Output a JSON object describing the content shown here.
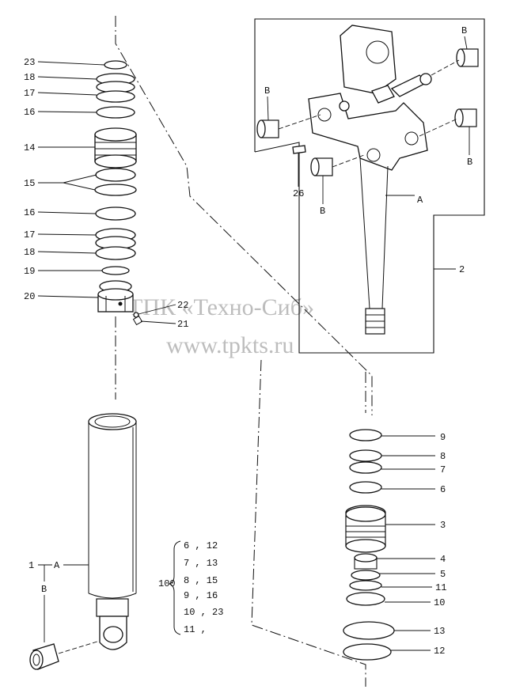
{
  "watermark": {
    "line1": "ТПК «Техно-Сиб»",
    "line2": "www.tpkts.ru"
  },
  "left_callouts": [
    {
      "id": "l23",
      "label": "23"
    },
    {
      "id": "l18a",
      "label": "18"
    },
    {
      "id": "l17a",
      "label": "17"
    },
    {
      "id": "l16a",
      "label": "16"
    },
    {
      "id": "l14",
      "label": "14"
    },
    {
      "id": "l15",
      "label": "15"
    },
    {
      "id": "l16b",
      "label": "16"
    },
    {
      "id": "l17b",
      "label": "17"
    },
    {
      "id": "l18b",
      "label": "18"
    },
    {
      "id": "l19",
      "label": "19"
    },
    {
      "id": "l20",
      "label": "20"
    }
  ],
  "nut_callouts": {
    "a": "22",
    "b": "21"
  },
  "upper_callouts": {
    "b1": "B",
    "b2": "B",
    "b3": "B",
    "b4": "B",
    "n26": "26",
    "a": "A",
    "n2": "2"
  },
  "right_callouts": [
    {
      "id": "r9",
      "label": "9"
    },
    {
      "id": "r8",
      "label": "8"
    },
    {
      "id": "r7",
      "label": "7"
    },
    {
      "id": "r6",
      "label": "6"
    },
    {
      "id": "r3",
      "label": "3"
    },
    {
      "id": "r4",
      "label": "4"
    },
    {
      "id": "r5",
      "label": "5"
    },
    {
      "id": "r11",
      "label": "11"
    },
    {
      "id": "r10",
      "label": "10"
    },
    {
      "id": "r13",
      "label": "13"
    },
    {
      "id": "r12",
      "label": "12"
    }
  ],
  "cylinder_callout": {
    "one": "1",
    "a": "A",
    "b": "B"
  },
  "kit": {
    "number": "100",
    "rows": [
      "6 , 12",
      "7 , 13",
      "8 , 15",
      "9 , 16",
      "10 , 23",
      "11 ,"
    ]
  }
}
